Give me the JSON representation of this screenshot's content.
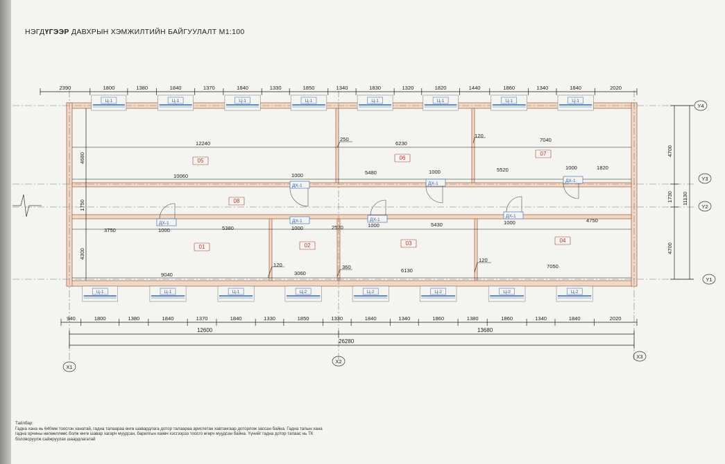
{
  "title_prefix": "НЭГД",
  "title_bold": "ҮГЭЭР",
  "title_rest": " ДАВХРЫН ХЭМЖИЛТИЙН БАЙГУУЛАЛТ М1:100",
  "top_dims": [
    "2390",
    "1800",
    "1380",
    "1840",
    "1370",
    "1840",
    "1330",
    "1850",
    "1340",
    "1830",
    "1320",
    "1820",
    "1440",
    "1860",
    "1340",
    "1840",
    "2020"
  ],
  "bottom_dims": [
    "940",
    "1800",
    "1380",
    "1840",
    "1370",
    "1840",
    "1330",
    "1850",
    "1330",
    "1840",
    "1340",
    "1860",
    "1380",
    "1860",
    "1340",
    "1840",
    "2020"
  ],
  "total_dims": {
    "left_part": "12600",
    "right_part": "13680",
    "overall": "26280"
  },
  "right_dims": {
    "d1": "4700",
    "d2": "1730",
    "d3": "4700",
    "overall": "11130"
  },
  "left_dims": {
    "d1": "4680",
    "d2": "1750",
    "d3": "4300"
  },
  "axes": {
    "x1": "X1",
    "x2": "X2",
    "x3": "X3",
    "y1": "Y1",
    "y2": "Y2",
    "y3": "Y3",
    "y4": "Y4"
  },
  "top_windows": [
    "Ц-1",
    "Ц-1",
    "Ц-1",
    "Ц-1",
    "Ц-1",
    "Ц-1",
    "Ц-1",
    "Ц-1"
  ],
  "bottom_windows": [
    "Ц-1",
    "Ц-1",
    "Ц-1",
    "Ц-2",
    "Ц-2",
    "Ц-2",
    "Ц-2",
    "Ц-2"
  ],
  "rooms": [
    "05",
    "06",
    "07",
    "08",
    "01",
    "02",
    "03",
    "04"
  ],
  "doors": [
    "ДХ-1",
    "ДХ-1",
    "ДХ-1",
    "ДХ-1",
    "ДХ-1",
    "ДХ-1",
    "ДХ-1"
  ],
  "inner_dims": {
    "r05_width": "12240",
    "r06_gap": "250",
    "r06_width": "6230",
    "r07_gap": "120",
    "r07_width": "7040",
    "corr_a": "10060",
    "door_a": "1000",
    "corr_b": "5480",
    "door_b": "1000",
    "corr_c": "5520",
    "door_c": "1000",
    "corr_d": "1820",
    "low_a": "3750",
    "door_d": "1000",
    "low_b": "5380",
    "door_e": "1000",
    "low_c": "2570",
    "door_f": "1000",
    "low_d": "5430",
    "door_g": "1000",
    "low_e": "4750",
    "r01_width": "9040",
    "r01_gap": "120",
    "r02_width": "3060",
    "r02_gap": "360",
    "r03_width": "6130",
    "r03_gap": "120",
    "r04_width": "7050"
  },
  "note": {
    "heading": "Тайлбар:",
    "line1": "Гадна хана нь 640мм тоосгон ханатай, гадна талаараа өнгө шавардлага дотор талаараа ариглетан хавтангаар доторлож зассан байна. Гадна талын хана",
    "line2": "гадна орчины нөлөөллөөс болж өнгө шавар хагарч муудсан, барилгын хаявч хэсгээрээ тоосго өгөрч муудсан байна. Үүнийг гадна дотор талаас нь ТК",
    "line3": "боловсруулж сайжруулах шаардлагатай"
  },
  "colors": {
    "wall_fill": "#f0d8c6",
    "wall_line": "#b06a4a",
    "room_label": "#b03a2e",
    "window": "#2f63b5",
    "dim": "#1b1b1b"
  }
}
